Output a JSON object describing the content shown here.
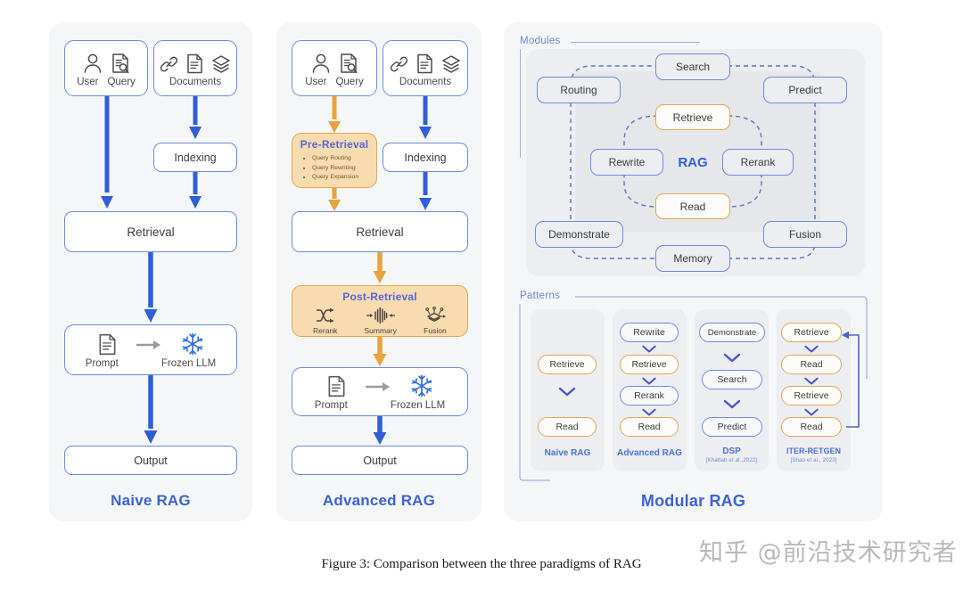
{
  "figure": {
    "caption": "Figure 3: Comparison between the three paradigms of RAG",
    "watermark": "知乎 @前沿技术研究者"
  },
  "colors": {
    "blue_accent": "#3b63d6",
    "blue_arrow": "#2f5fd8",
    "orange_fill": "#f8dcb0",
    "orange_border": "#e3a64a",
    "orange_arrow": "#e8a33d",
    "panel_bg": "#f5f6f7",
    "module_bg": "#eceef1",
    "node_border": "#6d8ae4"
  },
  "naive": {
    "title": "Naive RAG",
    "source_left": {
      "icons": [
        "user-icon",
        "query-icon"
      ],
      "labels": [
        "User",
        "Query"
      ]
    },
    "source_right": {
      "icons": [
        "link-icon",
        "document-icon",
        "layers-icon"
      ],
      "label": "Documents"
    },
    "indexing": "Indexing",
    "retrieval": "Retrieval",
    "generation": {
      "prompt_label": "Prompt",
      "llm_label": "Frozen LLM",
      "prompt_icon": "document-icon",
      "llm_icon": "snowflake-icon",
      "connector_icon": "arrow-right-icon"
    },
    "output": "Output"
  },
  "advanced": {
    "title": "Advanced RAG",
    "source_left": {
      "icons": [
        "user-icon",
        "query-icon"
      ],
      "labels": [
        "User",
        "Query"
      ]
    },
    "source_right": {
      "icons": [
        "link-icon",
        "document-icon",
        "layers-icon"
      ],
      "label": "Documents"
    },
    "pre_retrieval": {
      "title": "Pre-Retrieval",
      "bullets": [
        "Query Routing",
        "Query Rewriting",
        "Query Expansion"
      ]
    },
    "indexing": "Indexing",
    "retrieval": "Retrieval",
    "post_retrieval": {
      "title": "Post-Retrieval",
      "items": [
        {
          "label": "Rerank",
          "icon": "rerank-icon"
        },
        {
          "label": "Summary",
          "icon": "waveform-icon"
        },
        {
          "label": "Fusion",
          "icon": "fusion-layers-icon"
        }
      ]
    },
    "generation": {
      "prompt_label": "Prompt",
      "llm_label": "Frozen LLM",
      "prompt_icon": "document-icon",
      "llm_icon": "snowflake-icon",
      "connector_icon": "arrow-right-icon"
    },
    "output": "Output"
  },
  "modular": {
    "title": "Modular RAG",
    "modules_section_label": "Modules",
    "patterns_section_label": "Patterns",
    "core_label": "RAG",
    "outer_modules": [
      "Search",
      "Routing",
      "Predict",
      "Demonstrate",
      "Fusion",
      "Memory"
    ],
    "inner_modules": [
      "Retrieve",
      "Rewrite",
      "Rerank",
      "Read"
    ],
    "modules": {
      "search": "Search",
      "routing": "Routing",
      "predict": "Predict",
      "retrieve": "Retrieve",
      "rewrite": "Rewrite",
      "rerank": "Rerank",
      "read": "Read",
      "demonstrate": "Demonstrate",
      "fusion": "Fusion",
      "memory": "Memory"
    },
    "patterns": [
      {
        "name": "Naive RAG",
        "citation": "",
        "steps": [
          "Retrieve",
          "Read"
        ],
        "step_styles": [
          "orange",
          "orange"
        ],
        "loop": false
      },
      {
        "name": "Advanced RAG",
        "citation": "",
        "steps": [
          "Rewrite",
          "Retrieve",
          "Rerank",
          "Read"
        ],
        "step_styles": [
          "blue",
          "orange",
          "blue",
          "orange"
        ],
        "loop": false
      },
      {
        "name": "DSP",
        "citation": "[Khattab et al.,2022]",
        "steps": [
          "Demonstrate",
          "Search",
          "Predict"
        ],
        "step_styles": [
          "blue",
          "blue",
          "blue"
        ],
        "loop": false
      },
      {
        "name": "ITER-RETGEN",
        "citation": "[Shao et al., 2023]",
        "steps": [
          "Retrieve",
          "Read",
          "Retrieve",
          "Read"
        ],
        "step_styles": [
          "orange",
          "orange",
          "orange",
          "orange"
        ],
        "loop": true
      }
    ]
  }
}
